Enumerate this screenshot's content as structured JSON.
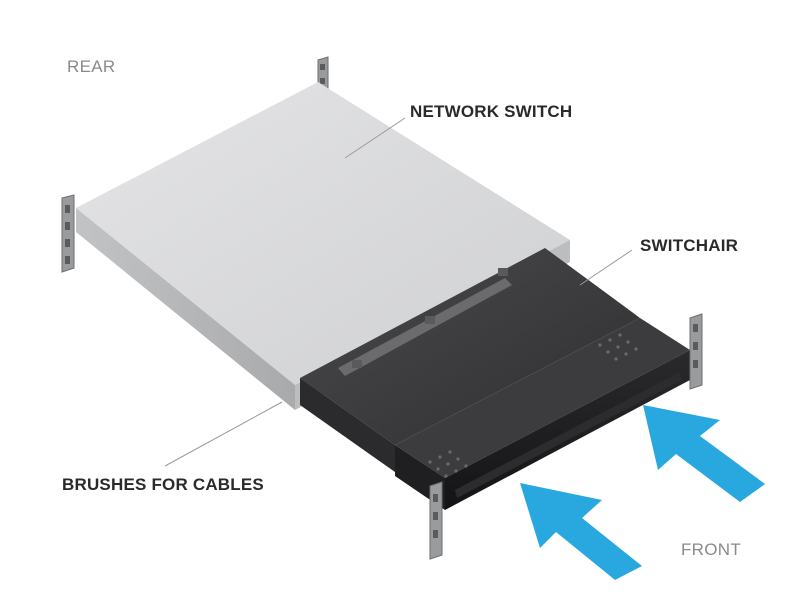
{
  "labels": {
    "rear": "REAR",
    "network_switch": "NETWORK SWITCH",
    "switchair": "SWITCHAIR",
    "brushes": "BRUSHES FOR CABLES",
    "front": "FRONT"
  },
  "colors": {
    "arrow": "#29a8e0",
    "switch_top": "#d8d8da",
    "switchair_body": "#3a3a3a",
    "label_dark": "#2a2a2a",
    "label_light": "#8a8a8a"
  }
}
